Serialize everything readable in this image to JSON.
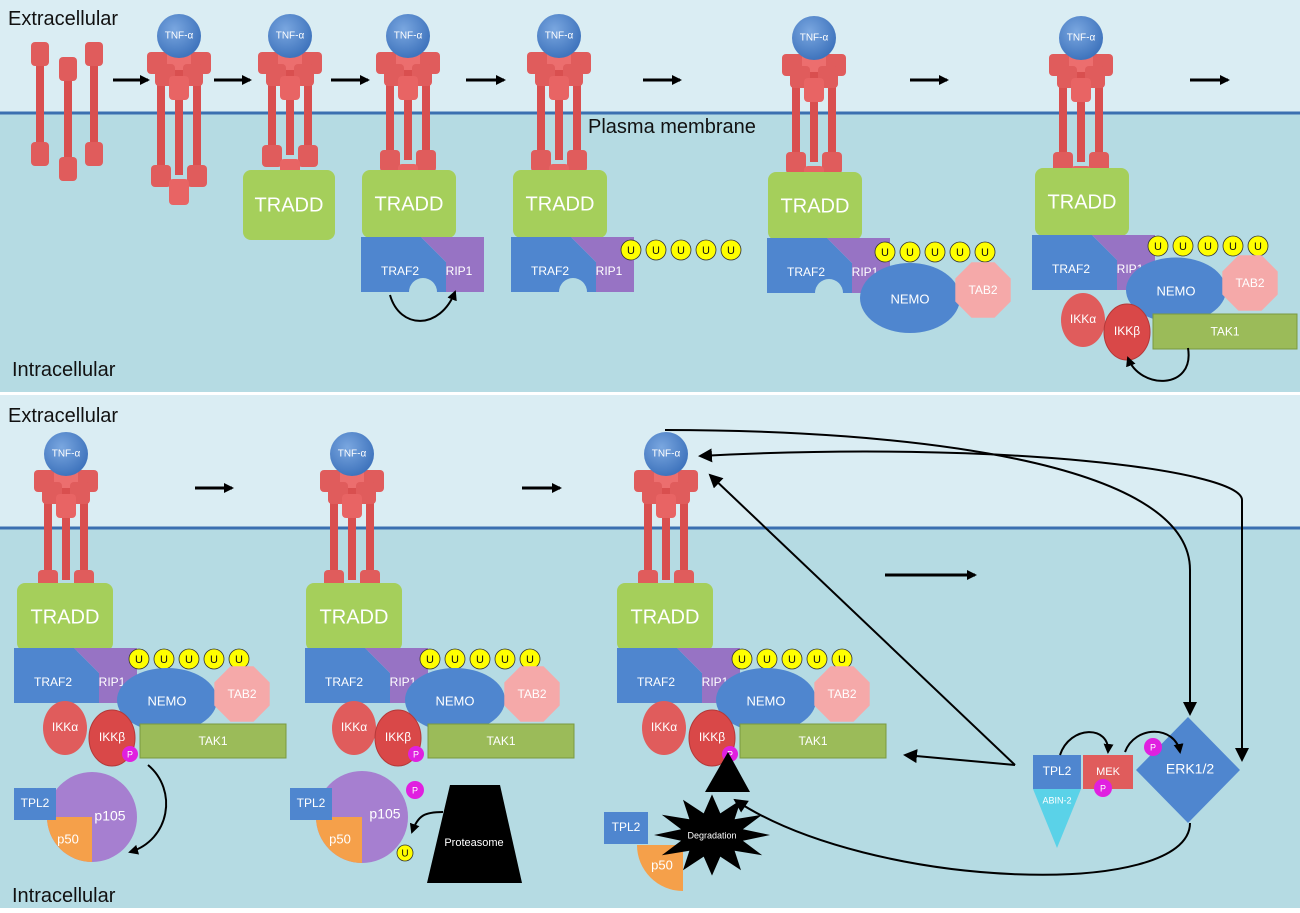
{
  "regions": {
    "extracellular": "Extracellular",
    "intracellular": "Intracellular",
    "plasma_membrane": "Plasma membrane"
  },
  "molecules": {
    "tnf": "TNF-α",
    "tradd": "TRADD",
    "traf2": "TRAF2",
    "rip1": "RIP1",
    "nemo": "NEMO",
    "tab2": "TAB2",
    "tak1": "TAK1",
    "ikka": "IKKα",
    "ikkb": "IKKβ",
    "ubiquitin": "U",
    "phospho": "P",
    "tpl2": "TPL2",
    "p105": "p105",
    "p50": "p50",
    "proteasome": "Proteasome",
    "degradation": "Degradation",
    "abin2": "ABIN-2",
    "mek": "MEK",
    "erk": "ERK1/2"
  },
  "colors": {
    "extracellular_bg": "#daedf3",
    "intracellular_bg": "#b5dbe3",
    "membrane": "#3b6fb0",
    "receptor": "#e05c5c",
    "tnf": "#4f86cf",
    "tradd": "#a5cf5b",
    "traf2": "#4f86cf",
    "rip1": "#9773c4",
    "nemo": "#4f86cf",
    "tab2": "#f5a9a9",
    "tak1": "#9bbb59",
    "ikk": "#e05c5c",
    "ubiquitin": "#ffff00",
    "phospho": "#e020e0",
    "p105": "#a67fd0",
    "p50": "#f5a04a",
    "mek": "#e05c5c",
    "abin2": "#5ad2e8"
  }
}
